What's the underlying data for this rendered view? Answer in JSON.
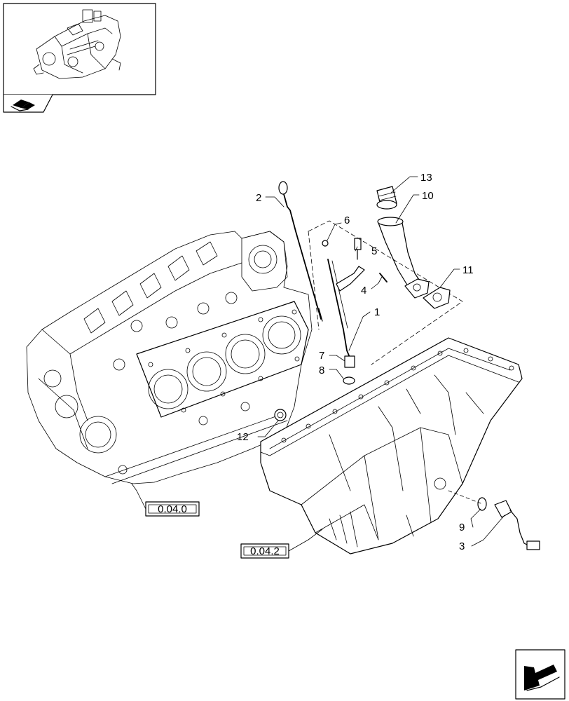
{
  "colors": {
    "ink": "#000000",
    "paper": "#ffffff"
  },
  "thumbnail": {
    "icon": "engine-thumbnail-icon"
  },
  "nav": {
    "prev_icon": "book-arrow-icon",
    "next_icon": "page-next-arrow-icon"
  },
  "references": [
    {
      "id": "ref-engine-block",
      "label": "0.04.0"
    },
    {
      "id": "ref-oil-sump",
      "label": "0.04.2"
    }
  ],
  "callouts": [
    {
      "id": "1",
      "label": "1"
    },
    {
      "id": "2",
      "label": "2"
    },
    {
      "id": "3",
      "label": "3"
    },
    {
      "id": "4",
      "label": "4"
    },
    {
      "id": "5",
      "label": "5"
    },
    {
      "id": "6",
      "label": "6"
    },
    {
      "id": "7",
      "label": "7"
    },
    {
      "id": "8",
      "label": "8"
    },
    {
      "id": "9",
      "label": "9"
    },
    {
      "id": "10",
      "label": "10"
    },
    {
      "id": "11",
      "label": "11"
    },
    {
      "id": "12",
      "label": "12"
    },
    {
      "id": "13",
      "label": "13"
    }
  ]
}
